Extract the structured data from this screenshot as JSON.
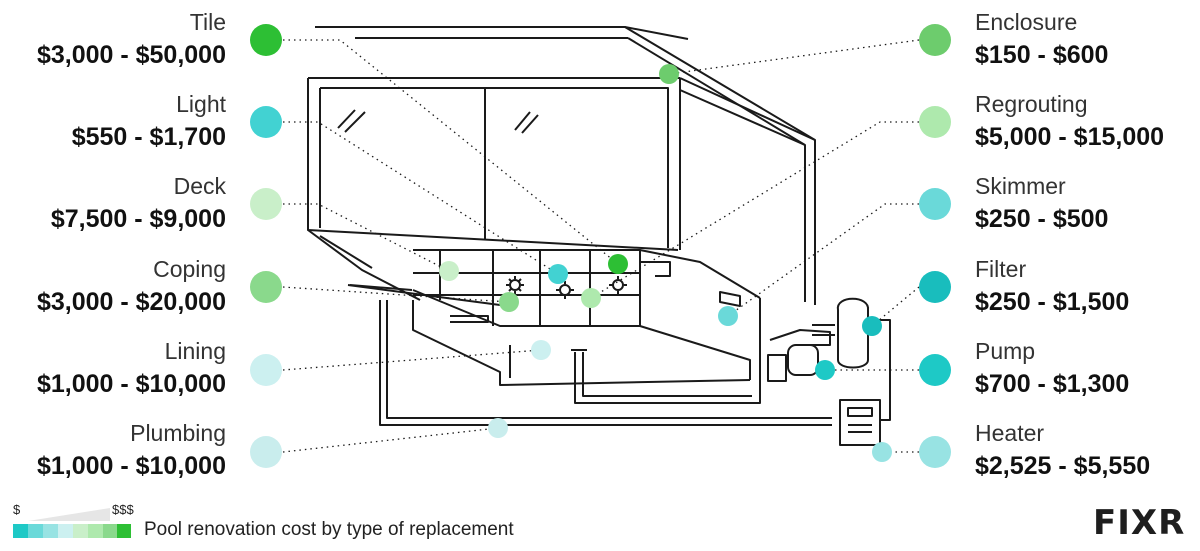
{
  "caption": "Pool renovation cost by type of replacement",
  "scale": {
    "low": "$",
    "high": "$$$"
  },
  "logo": "FIXR",
  "colors": {
    "c1": "#2dbf34",
    "c2": "#42d2d2",
    "c3": "#c9efc9",
    "c4": "#8ad98c",
    "c5": "#ccf0f0",
    "c6": "#c9eded",
    "c7": "#6dcc6d",
    "c8": "#aee9ad",
    "c9": "#6ad9d9",
    "c10": "#19bdbd",
    "c11": "#1ec9c6",
    "c12": "#98e3e3",
    "line": "#1a1a1a"
  },
  "left_items": [
    {
      "name": "Tile",
      "price": "$3,000 - $50,000"
    },
    {
      "name": "Light",
      "price": "$550 - $1,700"
    },
    {
      "name": "Deck",
      "price": "$7,500 - $9,000"
    },
    {
      "name": "Coping",
      "price": "$3,000 - $20,000"
    },
    {
      "name": "Lining",
      "price": "$1,000 - $10,000"
    },
    {
      "name": "Plumbing",
      "price": "$1,000 - $10,000"
    }
  ],
  "right_items": [
    {
      "name": "Enclosure",
      "price": "$150 - $600"
    },
    {
      "name": "Regrouting",
      "price": "$5,000 - $15,000"
    },
    {
      "name": "Skimmer",
      "price": "$250 - $500"
    },
    {
      "name": "Filter",
      "price": "$250 - $1,500"
    },
    {
      "name": "Pump",
      "price": "$700 - $1,300"
    },
    {
      "name": "Heater",
      "price": "$2,525 - $5,550"
    }
  ]
}
